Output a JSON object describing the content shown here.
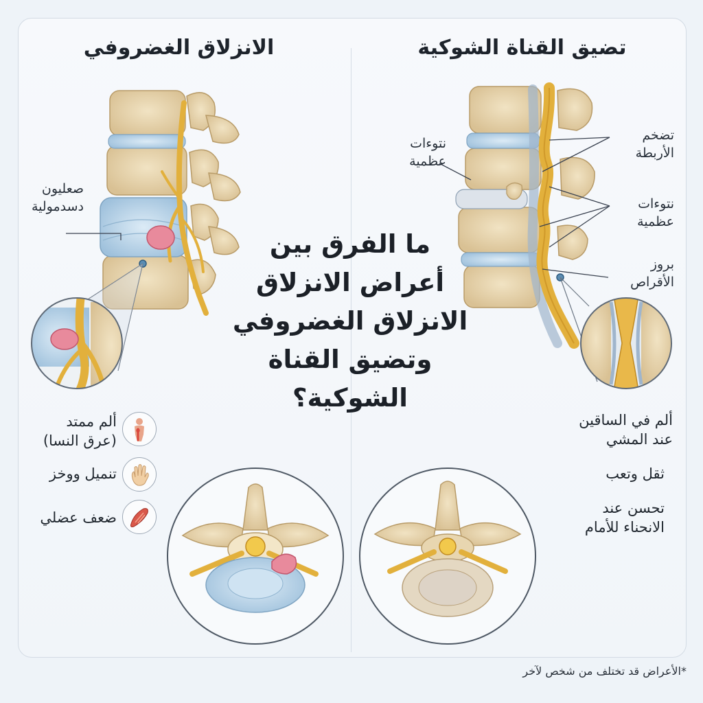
{
  "right_panel": {
    "title": "تضيق القناة الشوكية",
    "labels": {
      "ligament": [
        "تضخم",
        "الأربطة"
      ],
      "bone_spurs_right": [
        "نتوءات",
        "عظمية"
      ],
      "bone_spurs_left": [
        "نتوءات",
        "عظمية"
      ],
      "disc_bulge": [
        "بروز",
        "الأقراص"
      ]
    },
    "symptoms": [
      [
        "ألم في الساقين",
        "عند المشي"
      ],
      [
        "ثقل وتعب"
      ],
      [
        "تحسن عند",
        "الانحناء للأمام"
      ]
    ]
  },
  "left_panel": {
    "title": "الانزلاق الغضروفي",
    "labels": {
      "disc_label": [
        "صعليون",
        "دسدمولية"
      ]
    },
    "symptoms": [
      {
        "lines": [
          "ألم ممتد",
          "(عرق النسا)"
        ],
        "icon": "body-pain-icon"
      },
      {
        "lines": [
          "تنميل ووخز"
        ],
        "icon": "hand-icon"
      },
      {
        "lines": [
          "ضعف عضلي"
        ],
        "icon": "muscle-icon"
      }
    ]
  },
  "center_question": [
    "ما الفرق بين",
    "أعراض الانزلاق",
    "الانزلاق الغضروفي",
    "وتضيق القناة",
    "الشوكية؟"
  ],
  "footnote": "*الأعراض قد تختلف من شخص لآخر",
  "colors": {
    "bone": "#e8d6b0",
    "bone_dark": "#c9ad7a",
    "disc": "#b9d3e6",
    "nerve": "#e2b03c",
    "herniation": "#e88a9c",
    "background": "#eef3f8"
  }
}
